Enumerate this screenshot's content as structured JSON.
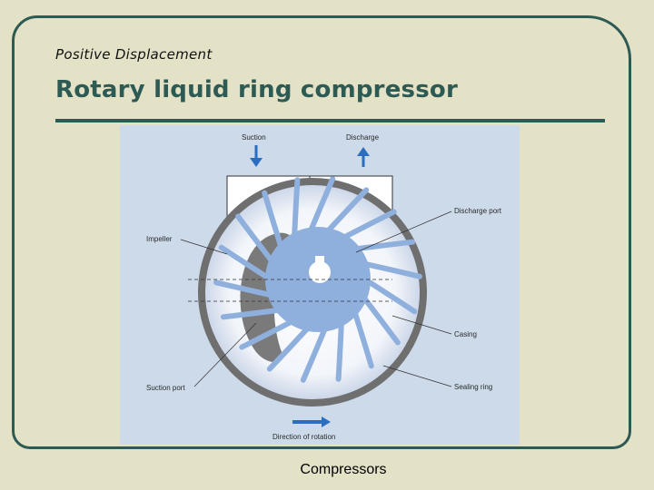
{
  "slide": {
    "subtitle": "Positive Displacement",
    "title": "Rotary liquid ring compressor",
    "footer": "Compressors"
  },
  "diagram": {
    "labels": {
      "suction": "Suction",
      "discharge": "Discharge",
      "discharge_port": "Discharge port",
      "impeller": "Impeller",
      "casing": "Casing",
      "suction_port": "Suction port",
      "sealing_ring": "Sealing ring",
      "direction": "Direction of rotation"
    },
    "colors": {
      "background": "#ccdaea",
      "arrow": "#2a6fbf",
      "hub": "#8fb0dd",
      "casing": "#6f6f6f",
      "gas_pocket": "#7a7a7a"
    },
    "blade_count": 18
  }
}
